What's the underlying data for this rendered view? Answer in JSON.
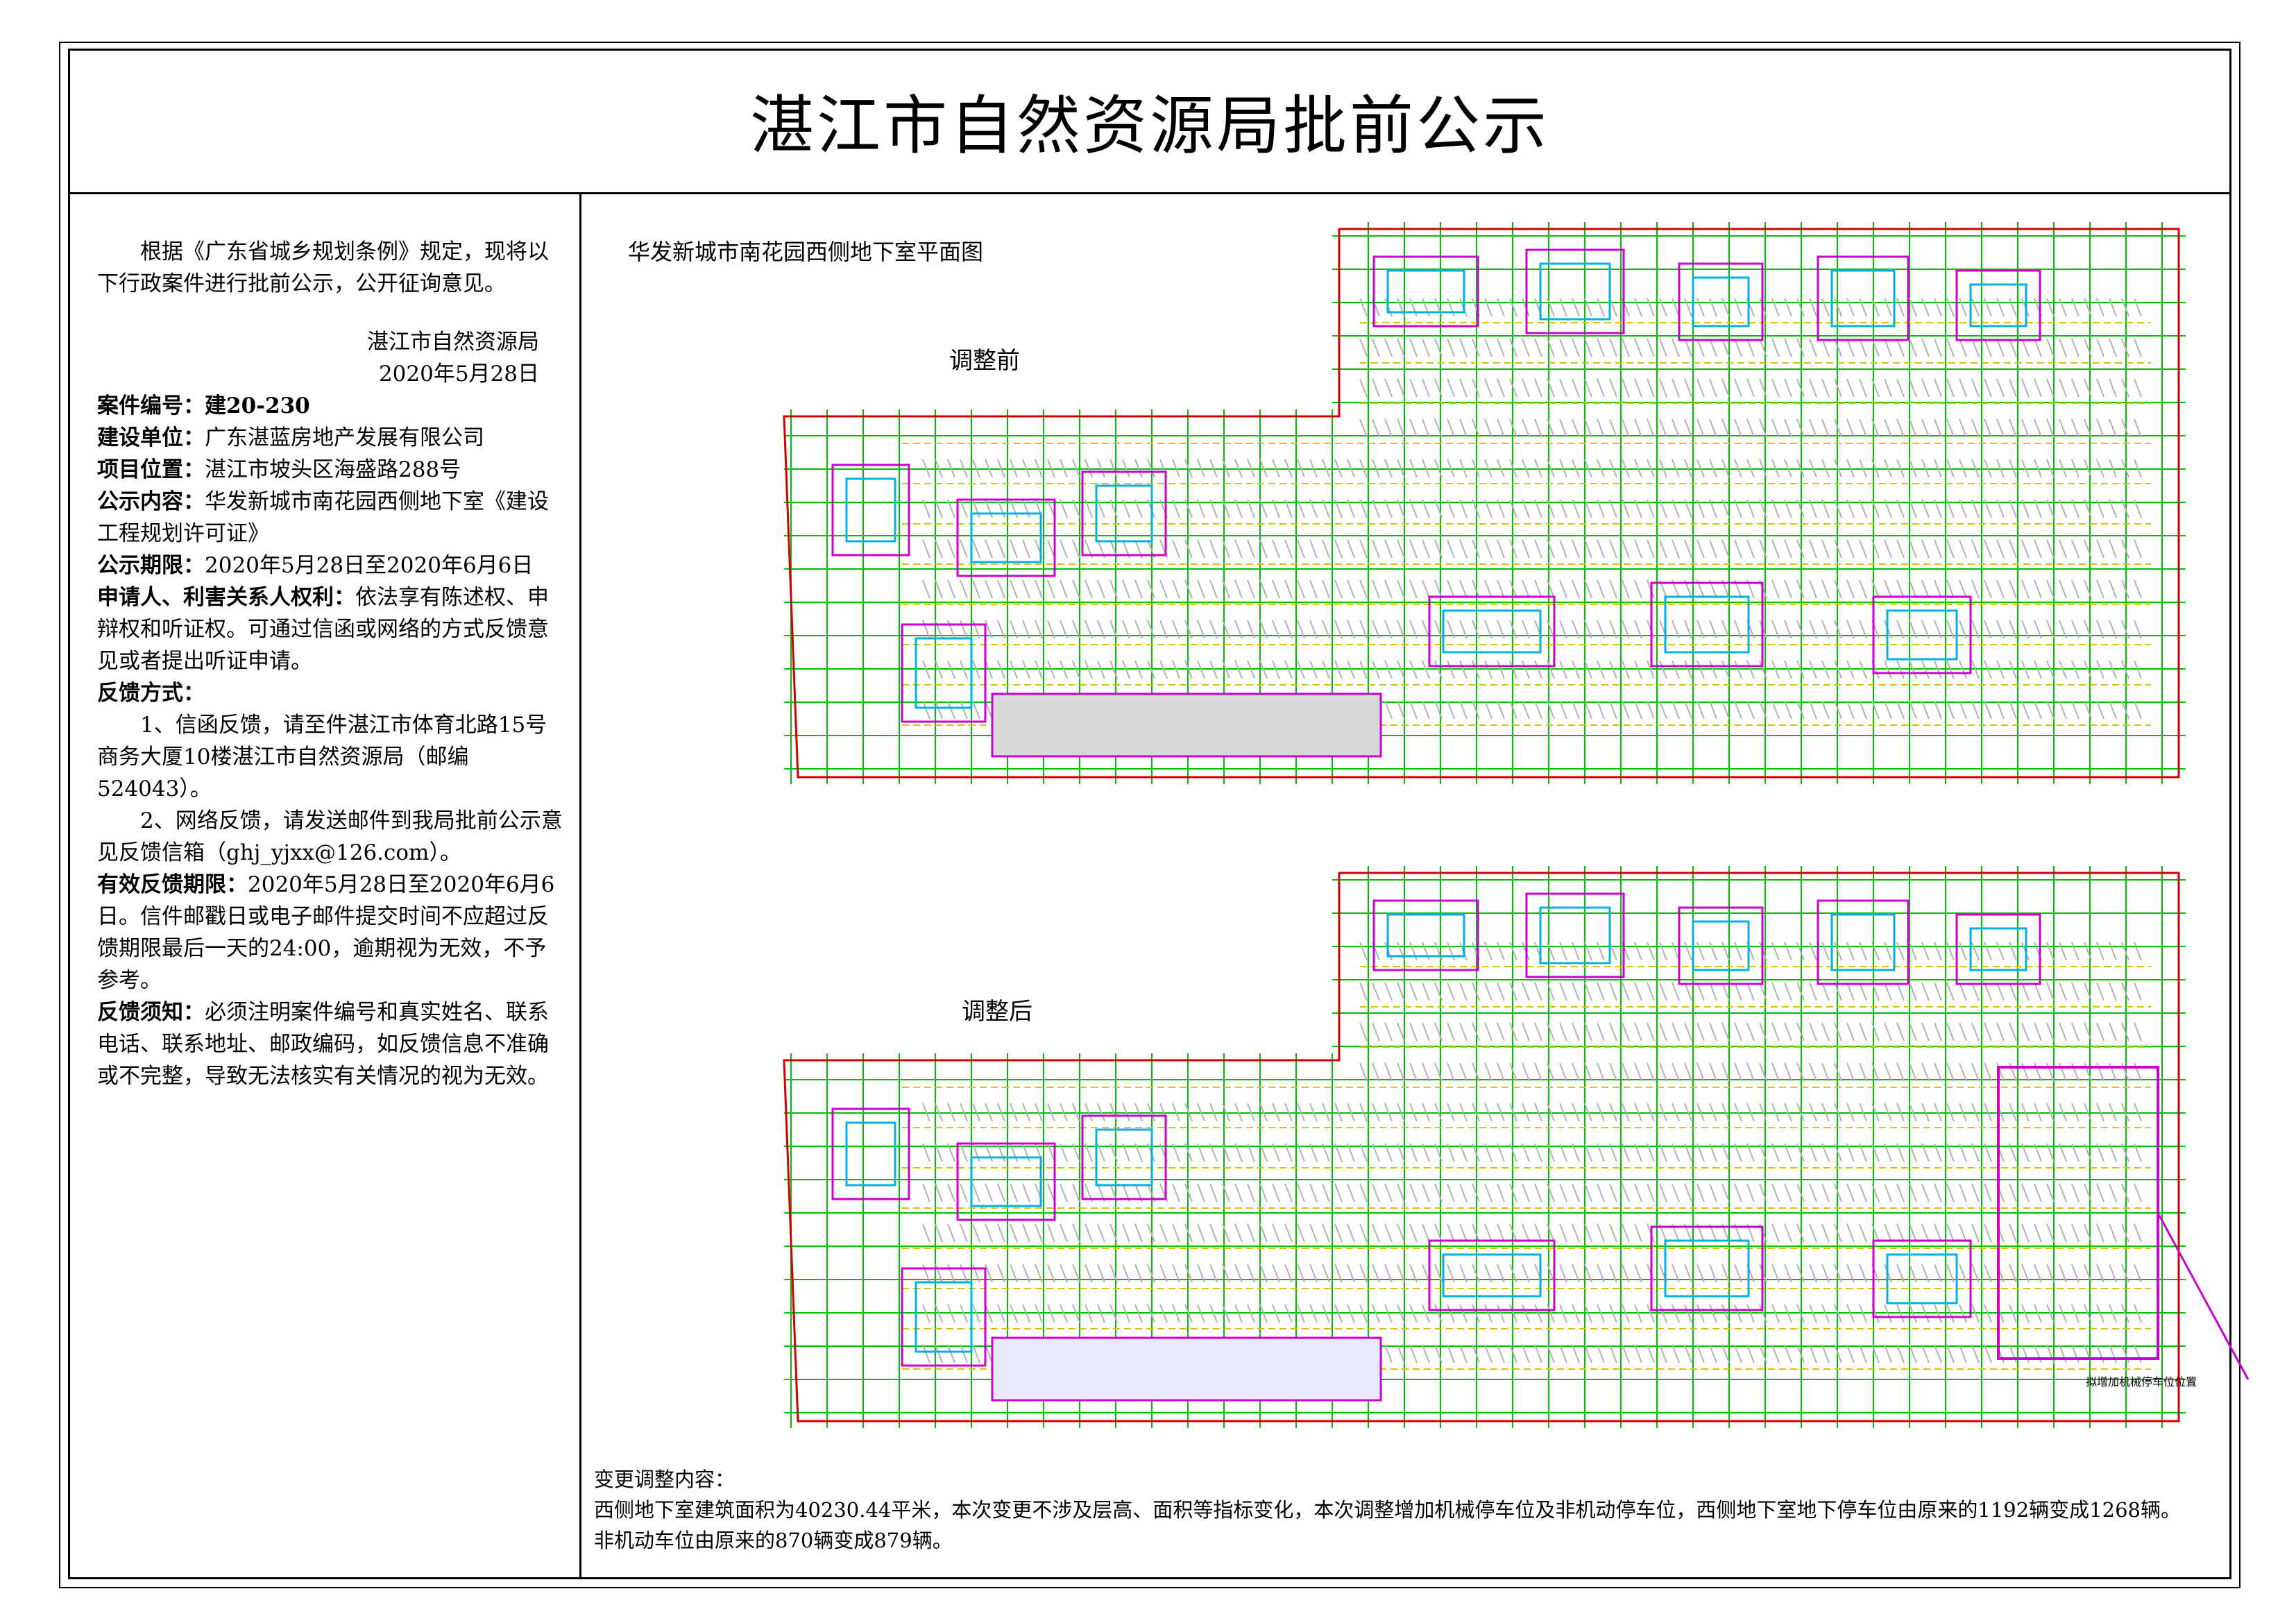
{
  "header": {
    "title": "湛江市自然资源局批前公示"
  },
  "notice": {
    "intro": "根据《广东省城乡规划条例》规定，现将以下行政案件进行批前公示，公开征询意见。",
    "issuer": "湛江市自然资源局",
    "date": "2020年5月28日",
    "case_no_label": "案件编号：",
    "case_no": "建20-230",
    "builder_label": "建设单位：",
    "builder": "广东湛蓝房地产发展有限公司",
    "location_label": "项目位置：",
    "location": "湛江市坡头区海盛路288号",
    "content_label": "公示内容：",
    "content": "华发新城市南花园西侧地下室《建设工程规划许可证》",
    "period_label": "公示期限：",
    "period": "2020年5月28日至2020年6月6日",
    "rights_label": "申请人、利害关系人权利：",
    "rights": "依法享有陈述权、申辩权和听证权。可通过信函或网络的方式反馈意见或者提出听证申请。",
    "feedback_label": "反馈方式：",
    "feedback_mail": "1、信函反馈，请至件湛江市体育北路15号商务大厦10楼湛江市自然资源局（邮编524043）。",
    "feedback_web": "2、网络反馈，请发送邮件到我局批前公示意见反馈信箱（ghj_yjxx@126.com）。",
    "deadline_label": "有效反馈期限：",
    "deadline": "2020年5月28日至2020年6月6日。信件邮戳日或电子邮件提交时间不应超过反馈期限最后一天的24:00，逾期视为无效，不予参考。",
    "notes_label": "反馈须知：",
    "notes": "必须注明案件编号和真实姓名、联系电话、联系地址、邮政编码，如反馈信息不准确或不完整，导致无法核实有关情况的视为无效。"
  },
  "drawing": {
    "title": "华发新城市南花园西侧地下室平面图",
    "before_label": "调整前",
    "after_label": "调整后",
    "marker_label": "拟增加机械停车位位置",
    "colors": {
      "grid": "#00c000",
      "walls": "#cc00cc",
      "cores": "#00b0e0",
      "parking": "#b0b0b0",
      "lanes": "#e0c000",
      "boundary": "#d00000"
    }
  },
  "changes": {
    "heading": "变更调整内容：",
    "line1": "西侧地下室建筑面积为40230.44平米，本次变更不涉及层高、面积等指标变化，本次调整增加机械停车位及非机动停车位，西侧地下室地下停车位由原来的1192辆变成1268辆。",
    "line2": "非机动车位由原来的870辆变成879辆。"
  }
}
